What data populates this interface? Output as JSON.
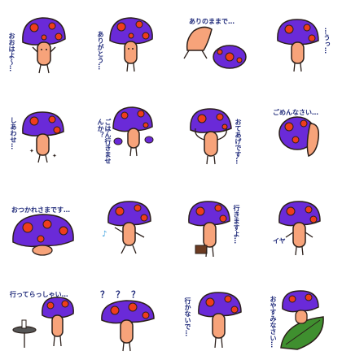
{
  "colors": {
    "cap": "#6a2ad8",
    "spot": "#ef3d1c",
    "stem": "#f7a37a",
    "outline": "#2b1f1a",
    "text": "#1f2a7a",
    "leaf": "#3f8f2f"
  },
  "stickers": [
    {
      "caption": "おおはよ〜…"
    },
    {
      "caption": "ありがとう…"
    },
    {
      "caption": "ありのままで…"
    },
    {
      "caption": "…うっ…"
    },
    {
      "caption": "しあわせ…"
    },
    {
      "caption": "ごはん行きませんか？"
    },
    {
      "caption": "おてあげです…"
    },
    {
      "caption": "ごめんなさい…"
    },
    {
      "caption": "おつかれさまです…"
    },
    {
      "caption": "♪"
    },
    {
      "caption": "行きますよ…"
    },
    {
      "caption": "イヤ"
    },
    {
      "caption": "行ってらっしゃい…"
    },
    {
      "caption": "？？？"
    },
    {
      "caption": "行かないで…"
    },
    {
      "caption": "おやすみなさい…"
    }
  ]
}
